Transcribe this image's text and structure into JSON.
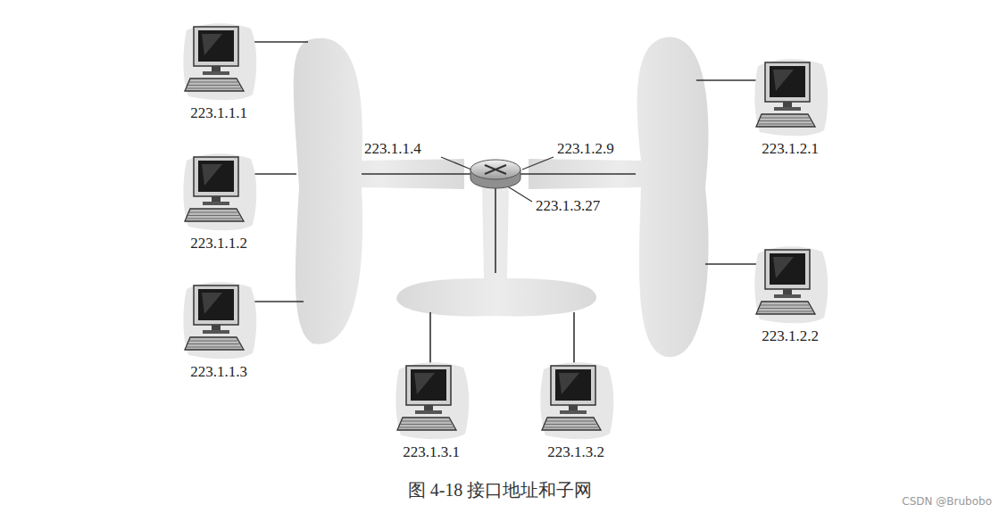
{
  "diagram": {
    "caption": "图 4-18 接口地址和子网",
    "nodes": [
      {
        "text": [
          "223.1.1.1"
        ]
      },
      {
        "text": [
          "223.1.1.2"
        ]
      },
      {
        "text": [
          "223.1.1.3"
        ]
      },
      {
        "text": [
          "223.1.2.1"
        ]
      },
      {
        "text": [
          "223.1.2.2"
        ]
      },
      {
        "text": [
          "223.1.3.1"
        ]
      },
      {
        "text": [
          "223.1.3.2"
        ]
      }
    ],
    "labels": [
      "223.1.1.4",
      "223.1.2.9",
      "223.1.3.27",
      "CSDN @Brubobo"
    ]
  }
}
